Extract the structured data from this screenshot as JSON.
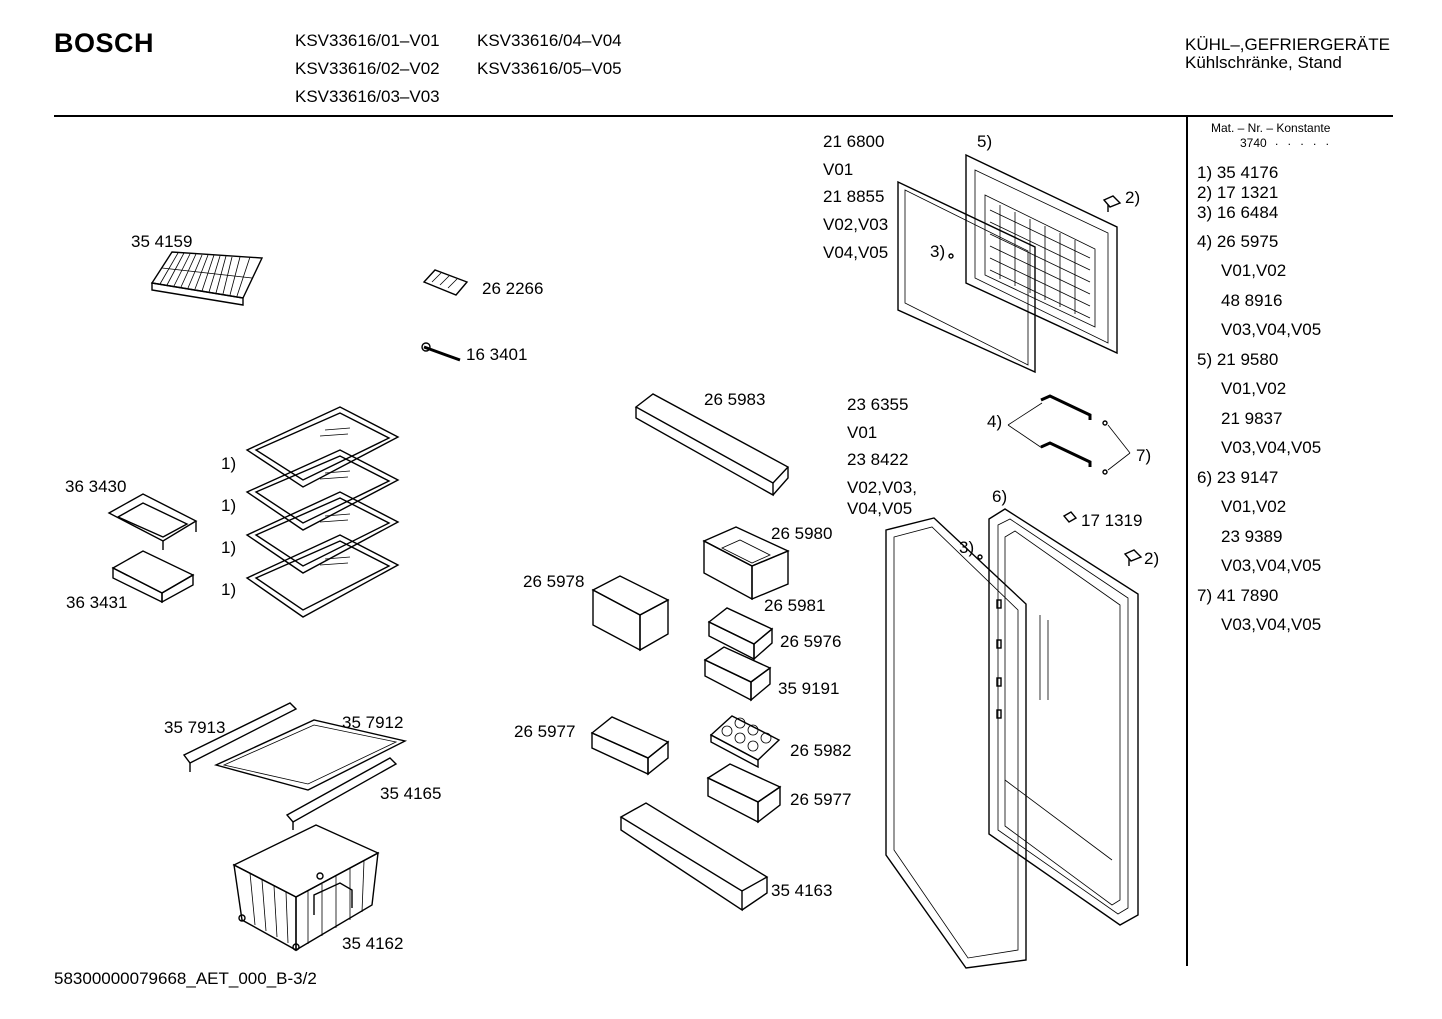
{
  "header": {
    "brand": "BOSCH",
    "models": [
      "KSV33616/01–V01",
      "KSV33616/04–V04",
      "KSV33616/02–V02",
      "KSV33616/05–V05",
      "KSV33616/03–V03"
    ],
    "category": "KÜHL–,GEFRIERGERÄTE",
    "subcategory": "Kühlschränke, Stand"
  },
  "parts_list": {
    "header": "Mat. – Nr. – Konstante",
    "constant": "3740",
    "constant_dots": ". . . . .",
    "entries": [
      "1) 35 4176",
      "2) 17 1321",
      "3) 16 6484",
      "4) 26 5975",
      "V01,V02",
      "48 8916",
      "V03,V04,V05",
      "5) 21 9580",
      "V01,V02",
      "21 9837",
      "V03,V04,V05",
      "6) 23 9147",
      "V01,V02",
      "23 9389",
      "V03,V04,V05",
      "7) 41 7890",
      "V03,V04,V05"
    ]
  },
  "labels": {
    "l_354159": "35 4159",
    "l_262266": "26 2266",
    "l_163401": "16 3401",
    "l_1a": "1)",
    "l_1b": "1)",
    "l_1c": "1)",
    "l_1d": "1)",
    "l_363430": "36 3430",
    "l_363431": "36 3431",
    "l_357913": "35 7913",
    "l_357912": "35 7912",
    "l_354165": "35 4165",
    "l_354162": "35 4162",
    "l_265983": "26 5983",
    "l_265980": "26 5980",
    "l_265978": "26 5978",
    "l_265981": "26 5981",
    "l_265976": "26 5976",
    "l_359191": "35 9191",
    "l_265977a": "26 5977",
    "l_265982": "26 5982",
    "l_265977b": "26 5977",
    "l_354163": "35 4163",
    "l_216800": "21 6800",
    "l_v01a": "V01",
    "l_218855": "21 8855",
    "l_v02v03": "V02,V03",
    "l_v04v05": "V04,V05",
    "l_5": "5)",
    "l_2a": "2)",
    "l_3a": "3)",
    "l_236355": "23 6355",
    "l_v01b": "V01",
    "l_238422": "23 8422",
    "l_v02v03b": "V02,V03,",
    "l_v04v05b": "V04,V05",
    "l_4": "4)",
    "l_7": "7)",
    "l_6": "6)",
    "l_171319": "17 1319",
    "l_3b": "3)",
    "l_2b": "2)"
  },
  "footer": {
    "doc_id": "58300000079668_AET_000_B-3/2"
  }
}
